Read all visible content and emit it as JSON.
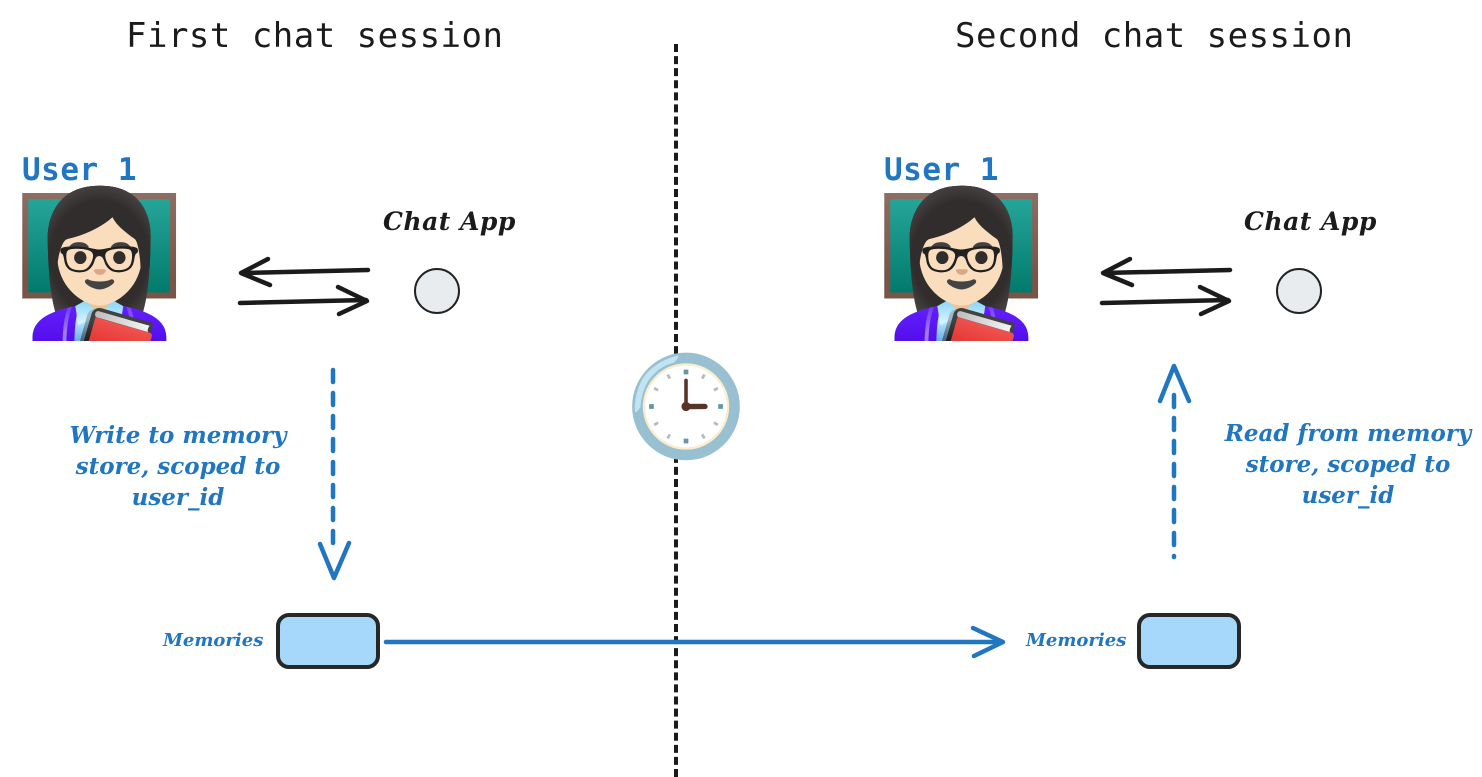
{
  "diagram": {
    "title_left": "First chat session",
    "title_right": "Second chat session",
    "divider_icon": "vertical-dashed-divider",
    "clock_icon": "clock-emoji",
    "accent_blue": "#2176c1",
    "memory_fill": "#a5d8fb",
    "outline_dark": "#272727",
    "app_circle_fill": "#e8ecef"
  },
  "left_session": {
    "user_label": "User 1",
    "avatar_icon": "woman-teacher-emoji",
    "avatar_glyph": "👩🏻‍🏫",
    "exchange_icon": "two-way-arrows",
    "app_label": "Chat App",
    "app_icon": "chat-app-circle",
    "flow_arrow_icon": "dashed-arrow-down",
    "annotation": "Write to memory\nstore, scoped to\nuser_id",
    "memories_label": "Memories",
    "memory_box_icon": "memory-store-box"
  },
  "right_session": {
    "user_label": "User 1",
    "avatar_icon": "woman-teacher-emoji",
    "avatar_glyph": "👩🏻‍🏫",
    "exchange_icon": "two-way-arrows",
    "app_label": "Chat App",
    "app_icon": "chat-app-circle",
    "flow_arrow_icon": "dashed-arrow-up",
    "annotation": "Read from memory\nstore, scoped to\nuser_id",
    "memories_label": "Memories",
    "memory_box_icon": "memory-store-box"
  },
  "persistence": {
    "arrow_icon": "solid-arrow-right",
    "arrow_color": "#2176c1"
  },
  "clock": {
    "glyph": "🕒"
  }
}
